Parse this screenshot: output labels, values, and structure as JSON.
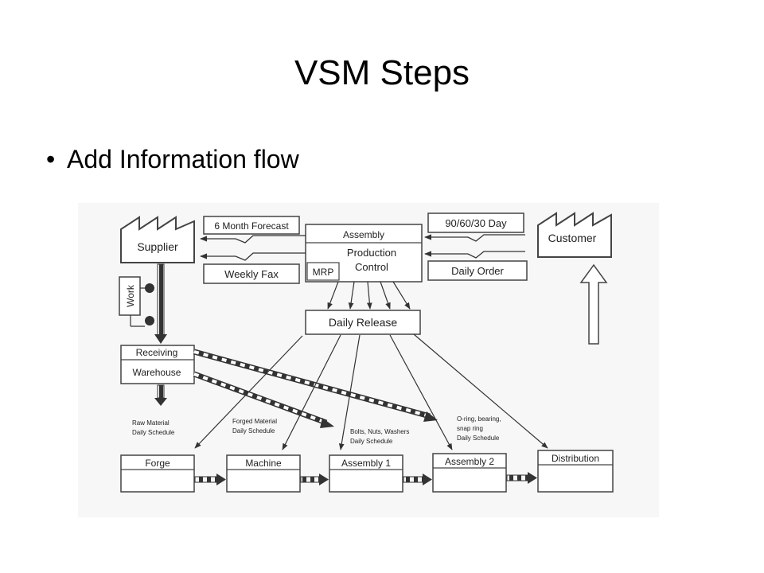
{
  "slide": {
    "title": "VSM Steps",
    "bullet": "Add Information flow"
  },
  "diagram": {
    "supplier": "Supplier",
    "customer": "Customer",
    "forecast_supplier": "6 Month Forecast",
    "fax_supplier": "Weekly Fax",
    "forecast_customer": "90/60/30 Day",
    "order_customer": "Daily Order",
    "control_line1": "Assembly",
    "control_line2": "Production",
    "control_line3": "Control",
    "mrp": "MRP",
    "daily_release": "Daily Release",
    "work": "Work",
    "receiving": "Receiving",
    "warehouse": "Warehouse",
    "schedules": [
      [
        "Raw Material",
        "Daily Schedule"
      ],
      [
        "Forged Material",
        "Daily Schedule"
      ],
      [
        "Bolts, Nuts, Washers",
        "Daily Schedule"
      ],
      [
        "O-ring, bearing,",
        "snap ring",
        "Daily Schedule"
      ]
    ],
    "processes": [
      "Forge",
      "Machine",
      "Assembly 1",
      "Assembly 2",
      "Distribution"
    ]
  }
}
